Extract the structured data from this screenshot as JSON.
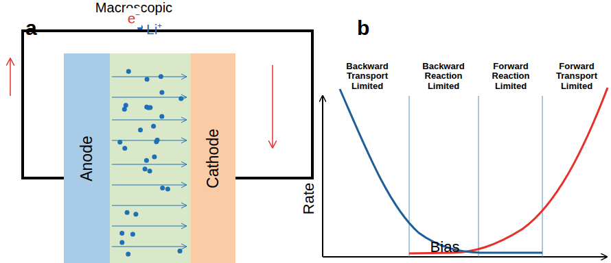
{
  "diagram": {
    "nodes": [
      {
        "text": [
          "Anode"
        ]
      },
      {
        "text": [
          "Cathode"
        ]
      }
    ],
    "edges": [
      {
        "from": 0,
        "to": 1,
        "arrow": "none",
        "label": "e⁻"
      }
    ],
    "labels": [
      "Macroscopic",
      "a",
      "Li⁺",
      "b",
      "Backward Transport Limited",
      "Backward Reaction Limited",
      "Forward Reaction Limited",
      "Forward Transport Limited",
      "Rate",
      "Bias"
    ]
  }
}
